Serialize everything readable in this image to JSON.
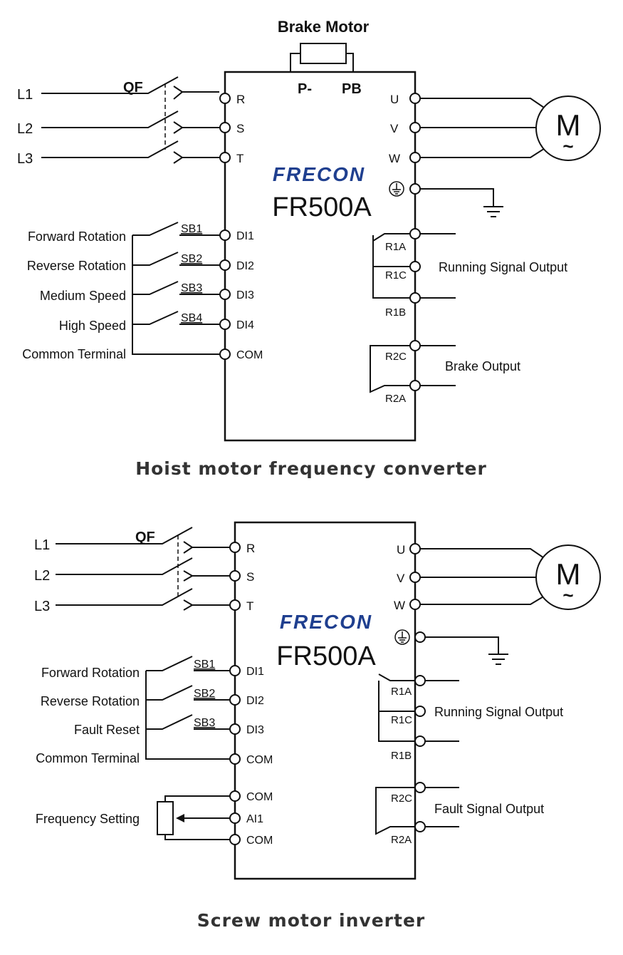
{
  "colors": {
    "logo": "#1f3f8f",
    "line": "#111111",
    "caption": "#333333"
  },
  "diagram1": {
    "top_label": "Brake Motor",
    "brake_terminals": [
      "P-",
      "PB"
    ],
    "qf": "QF",
    "lines": [
      "L1",
      "L2",
      "L3"
    ],
    "input_terminals": [
      "R",
      "S",
      "T"
    ],
    "logo": "FRECON",
    "model": "FR500A",
    "output_terminals": [
      "U",
      "V",
      "W"
    ],
    "motor_letter": "M",
    "motor_tilde": "~",
    "ground_icon": "ground-icon",
    "switches": [
      "SB1",
      "SB2",
      "SB3",
      "SB4"
    ],
    "input_labels": [
      "Forward Rotation",
      "Reverse Rotation",
      "Medium Speed",
      "High Speed",
      "Common Terminal"
    ],
    "di_terminals": [
      "DI1",
      "DI2",
      "DI3",
      "DI4",
      "COM"
    ],
    "relay1": [
      "R1A",
      "R1C",
      "R1B"
    ],
    "relay1_label": "Running Signal Output",
    "relay2": [
      "R2C",
      "R2A"
    ],
    "relay2_label": "Brake Output",
    "caption": "Hoist motor frequency converter"
  },
  "diagram2": {
    "qf": "QF",
    "lines": [
      "L1",
      "L2",
      "L3"
    ],
    "input_terminals": [
      "R",
      "S",
      "T"
    ],
    "logo": "FRECON",
    "model": "FR500A",
    "output_terminals": [
      "U",
      "V",
      "W"
    ],
    "motor_letter": "M",
    "motor_tilde": "~",
    "ground_icon": "ground-icon",
    "switches": [
      "SB1",
      "SB2",
      "SB3"
    ],
    "input_labels": [
      "Forward Rotation",
      "Reverse Rotation",
      "Fault Reset",
      "Common Terminal"
    ],
    "di_terminals": [
      "DI1",
      "DI2",
      "DI3",
      "COM"
    ],
    "analog_terminals": [
      "COM",
      "AI1",
      "COM"
    ],
    "analog_label": "Frequency Setting",
    "relay1": [
      "R1A",
      "R1C",
      "R1B"
    ],
    "relay1_label": "Running Signal Output",
    "relay2": [
      "R2C",
      "R2A"
    ],
    "relay2_label": "Fault Signal Output",
    "caption": "Screw motor inverter"
  }
}
